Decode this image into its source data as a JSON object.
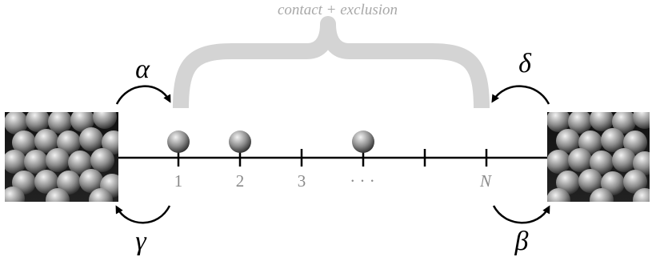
{
  "diagram": {
    "brace_label": "contact + exclusion",
    "rates": {
      "alpha": "α",
      "gamma": "γ",
      "delta": "δ",
      "beta": "β"
    },
    "site_labels": [
      "1",
      "2",
      "3",
      "· · ·",
      "N"
    ],
    "occupied_sites": [
      1,
      2,
      4
    ],
    "colors": {
      "lattice": "#000000",
      "brace": "#d4d4d4",
      "brace_label": "#a8a8a8",
      "site_label": "#8a8a8a",
      "particle_light": "#f2f2f2",
      "particle_dark": "#262626"
    },
    "reservoirs": [
      "left-reservoir",
      "right-reservoir"
    ]
  }
}
